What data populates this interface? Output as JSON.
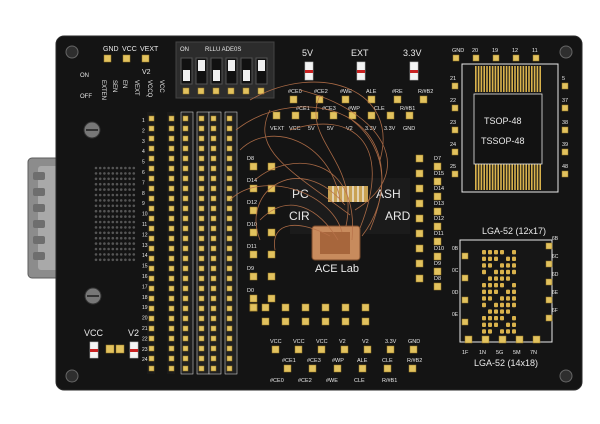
{
  "board": {
    "top_labels": [
      "GND",
      "VCC",
      "VEXT"
    ],
    "power_leds": [
      "5V",
      "EXT",
      "3.3V"
    ],
    "dip_switch_label": "ON",
    "dip_switch_text": "RLLU ADE0S",
    "left_labels": [
      "ON",
      "OFF",
      "EXTEN",
      "SEN",
      "EN",
      "VEXT",
      "V2",
      "VCCQ",
      "VCC"
    ],
    "signal_row_top": [
      "#CE0",
      "#CE2",
      "#WE",
      "ALE",
      "#RE",
      "R/#B2"
    ],
    "signal_row_mid": [
      "VEXT",
      "VCC",
      "5V",
      "5V",
      "V2",
      "3.3V",
      "3.3V",
      "GND"
    ],
    "signal_row_low": [
      "#CE1",
      "#CE3",
      "#WP",
      "CLE",
      "R/#B1"
    ],
    "data_left": [
      "D8",
      "D14",
      "D12",
      "D10",
      "D11",
      "D9",
      "D0"
    ],
    "data_right": [
      "D7",
      "D15",
      "D14",
      "D13",
      "D12",
      "D11",
      "D10",
      "D9",
      "D8"
    ],
    "bottom_signal_top": [
      "VCC",
      "VCC",
      "VCC",
      "V2",
      "V2",
      "3.3V",
      "GND"
    ],
    "bottom_signal_mid": [
      "#CE1",
      "#CE3",
      "#WP",
      "ALE",
      "CLE",
      "R/#B2"
    ],
    "bottom_signal_low": [
      "#CE0",
      "#CE2",
      "#WE",
      "CLE",
      "R/#B1"
    ],
    "pcb_title_left": "PC",
    "pcb_title_right": "ASH",
    "pcb_title2_left": "CIR",
    "pcb_title2_right": "ARD",
    "logo_text": "ACE Lab",
    "tsop_label_1": "TSOP-48",
    "tsop_label_2": "TSSOP-48",
    "tsop_pin_numbers_top": [
      "GND",
      "20",
      "19",
      "12",
      "11"
    ],
    "tsop_pin_numbers_left": [
      "21",
      "22",
      "23",
      "24",
      "25"
    ],
    "tsop_pin_numbers_right": [
      "5",
      "37",
      "38",
      "39",
      "48"
    ],
    "lga_label_top": "LGA-52 (12x17)",
    "lga_label_bottom": "LGA-52 (14x18)",
    "lga_bottom_pins": [
      "1F",
      "1N",
      "5G",
      "5M",
      "7N"
    ],
    "lga_left_pins": [
      "0B",
      "0C",
      "0D",
      "0E"
    ],
    "lga_right_pins": [
      "6B",
      "6C",
      "6D",
      "6E",
      "6F"
    ],
    "bottom_left_labels": [
      "VCC",
      "V2"
    ]
  },
  "colors": {
    "pcb": "#141414",
    "silkscreen": "#e9e9e9",
    "gold_pad": "#d9b24c",
    "wire": "#b8724a"
  }
}
